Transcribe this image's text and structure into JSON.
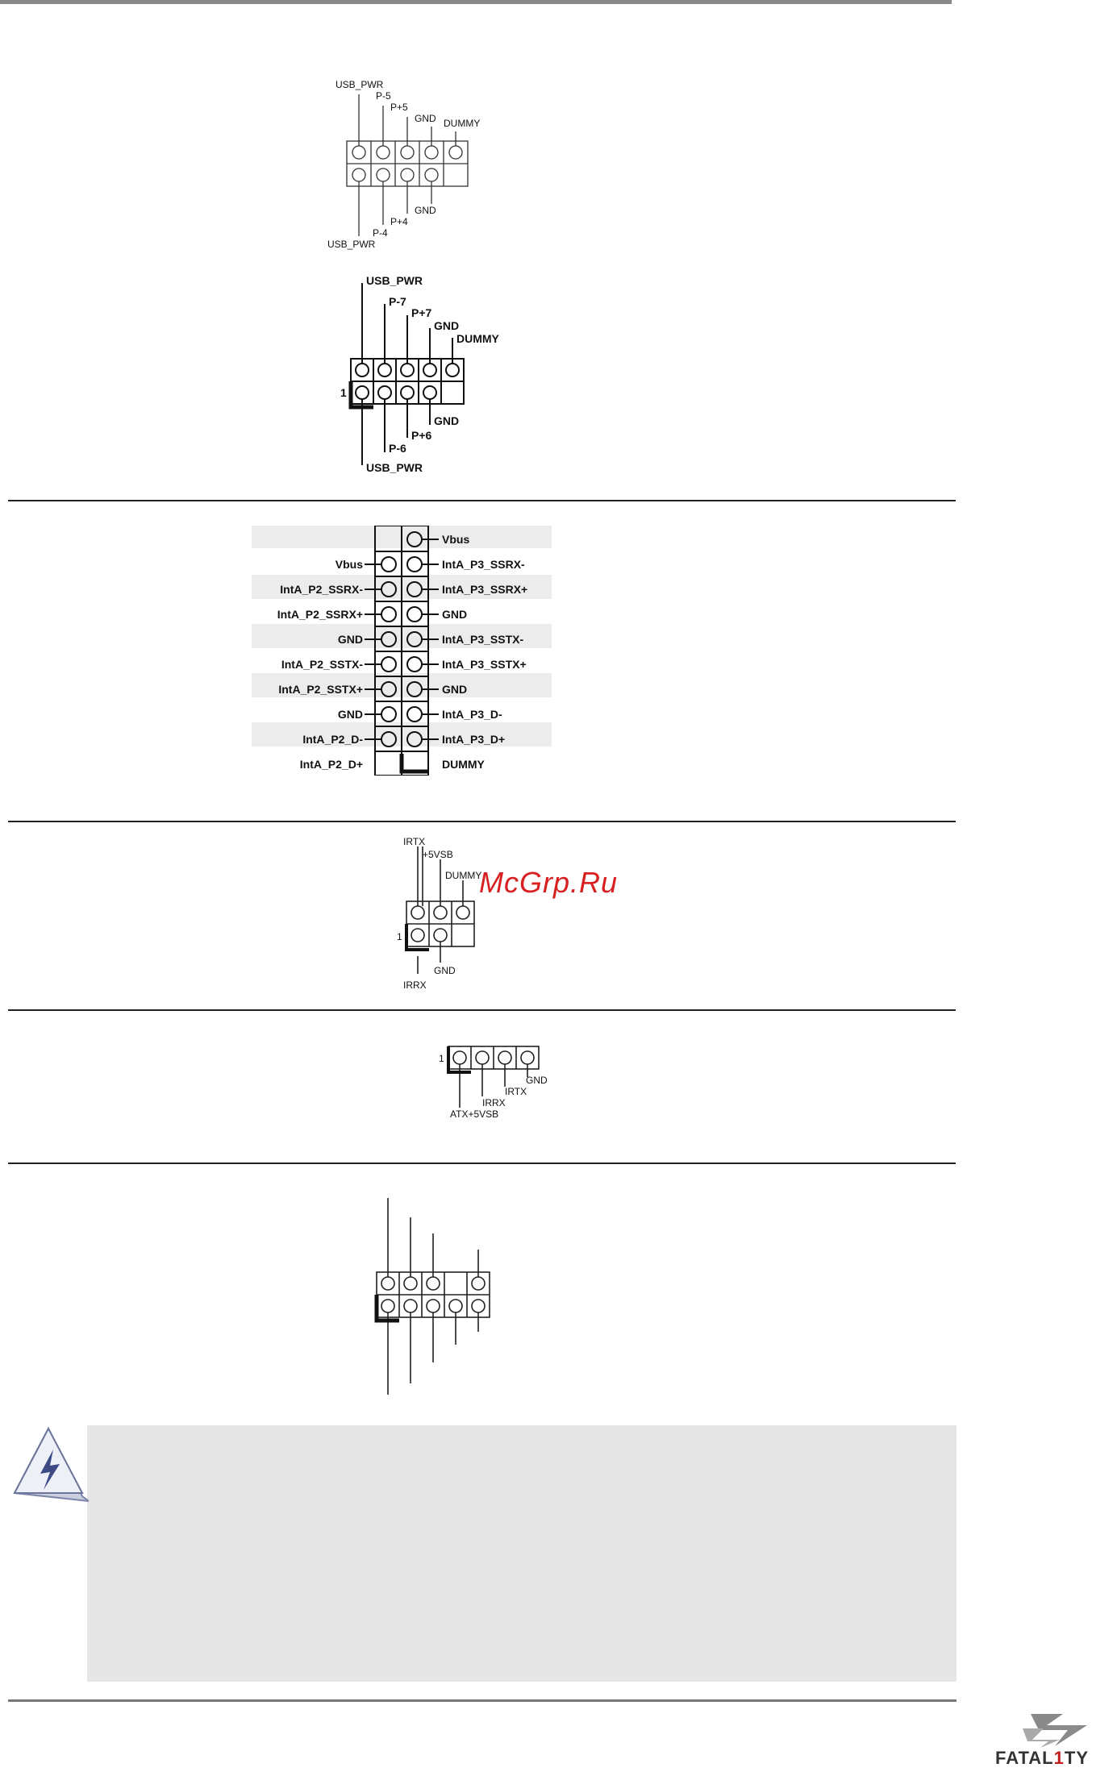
{
  "usb2_header_a": {
    "top_labels": [
      "USB_PWR",
      "P-5",
      "P+5",
      "GND",
      "DUMMY"
    ],
    "bottom_labels": [
      "GND",
      "P+4",
      "P-4",
      "USB_PWR"
    ]
  },
  "usb2_header_b": {
    "top_labels": [
      "USB_PWR",
      "P-7",
      "P+7",
      "GND",
      "DUMMY"
    ],
    "bottom_labels": [
      "GND",
      "P+6",
      "P-6",
      "USB_PWR"
    ],
    "pin1": "1"
  },
  "usb3_header": {
    "top_right": "Vbus",
    "left_labels": [
      "Vbus",
      "IntA_P2_SSRX-",
      "IntA_P2_SSRX+",
      "GND",
      "IntA_P2_SSTX-",
      "IntA_P2_SSTX+",
      "GND",
      "IntA_P2_D-",
      "IntA_P2_D+"
    ],
    "right_labels": [
      "IntA_P3_SSRX-",
      "IntA_P3_SSRX+",
      "GND",
      "IntA_P3_SSTX-",
      "IntA_P3_SSTX+",
      "GND",
      "IntA_P3_D-",
      "IntA_P3_D+",
      "DUMMY"
    ]
  },
  "ir_header": {
    "top_labels": [
      "IRTX",
      "+5VSB",
      "DUMMY"
    ],
    "bottom_labels": [
      "GND",
      "IRRX"
    ],
    "pin1": "1"
  },
  "cir_header": {
    "labels": [
      "GND",
      "IRTX",
      "IRRX",
      "ATX+5VSB"
    ],
    "pin1": "1"
  },
  "watermark": "McGrp.Ru",
  "logo": {
    "text_a": "FATAL",
    "text_one": "1",
    "text_b": "TY"
  }
}
